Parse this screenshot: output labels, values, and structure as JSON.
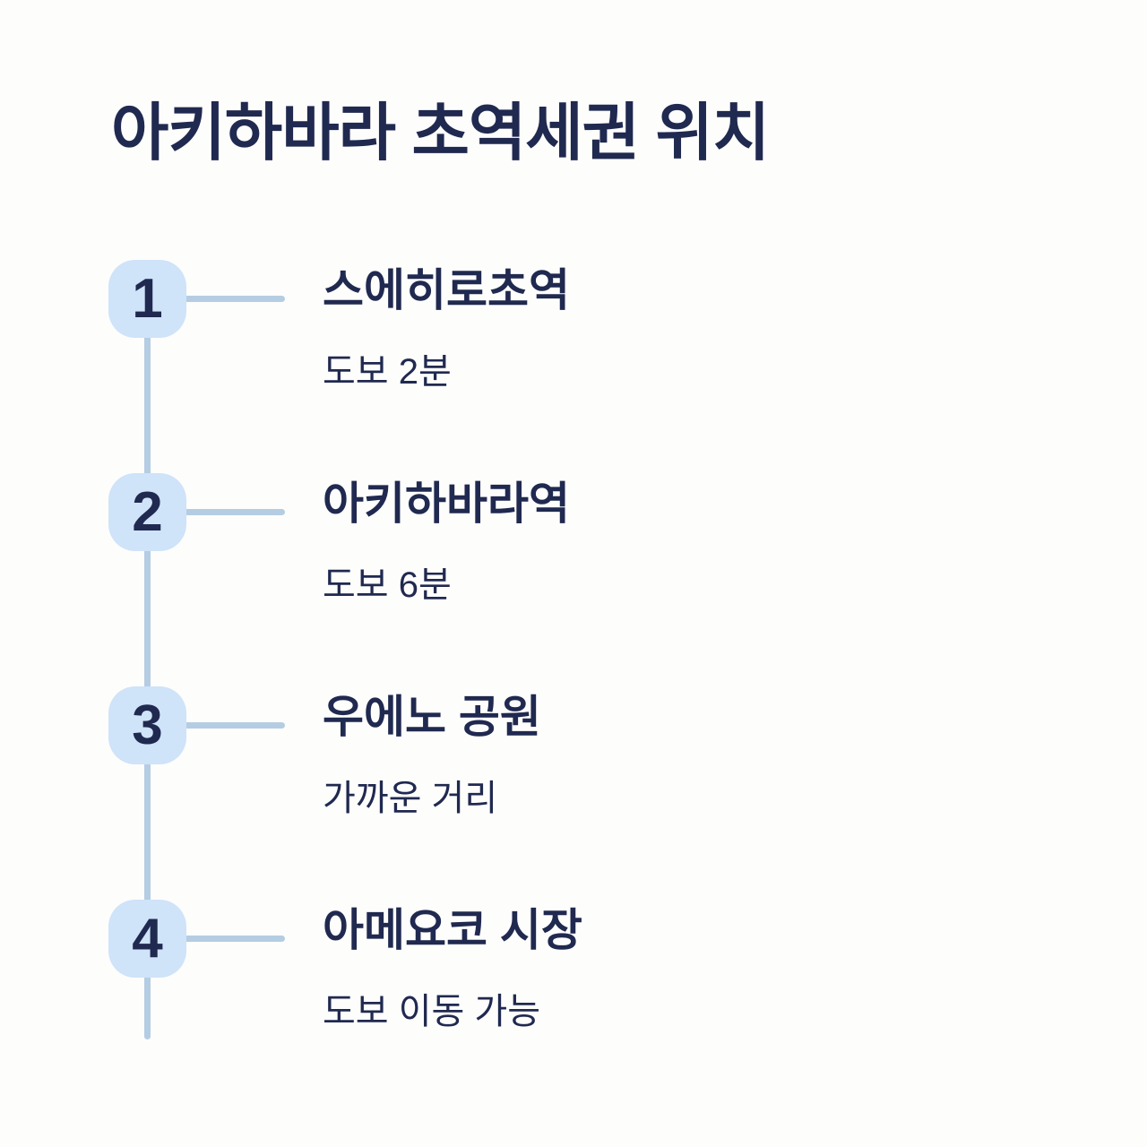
{
  "page": {
    "title": "아키하바라 초역세권 위치"
  },
  "colors": {
    "background": "#fdfdfc",
    "text_navy": "#20294f",
    "badge_background": "#cfe3f9",
    "connector_line": "#b5cde3"
  },
  "timeline": {
    "items": [
      {
        "number": "1",
        "title": "스에히로초역",
        "subtitle": "도보 2분"
      },
      {
        "number": "2",
        "title": "아키하바라역",
        "subtitle": "도보 6분"
      },
      {
        "number": "3",
        "title": "우에노 공원",
        "subtitle": "가까운 거리"
      },
      {
        "number": "4",
        "title": "아메요코 시장",
        "subtitle": "도보 이동 가능"
      }
    ]
  }
}
